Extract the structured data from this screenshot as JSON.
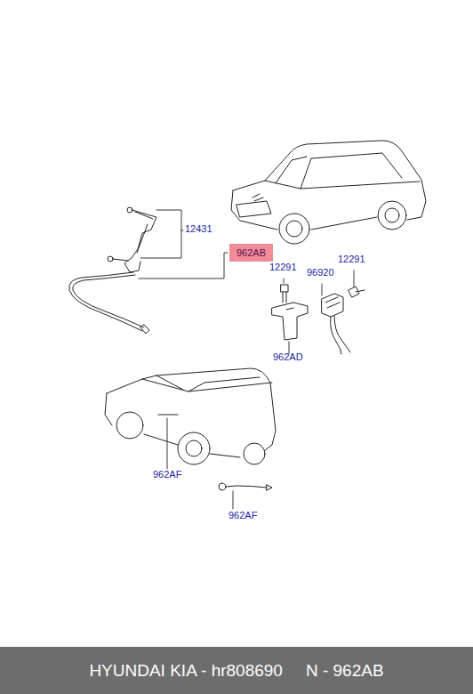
{
  "diagram": {
    "nodes": [
      {
        "text": [
          "962AB"
        ]
      },
      {
        "text": [
          "HYUNDAI KIA - hr808690",
          "N - 962AB"
        ]
      }
    ],
    "labels": [
      "12431",
      "12291",
      "96920",
      "12291",
      "962AD",
      "962AF",
      "962AF"
    ]
  }
}
